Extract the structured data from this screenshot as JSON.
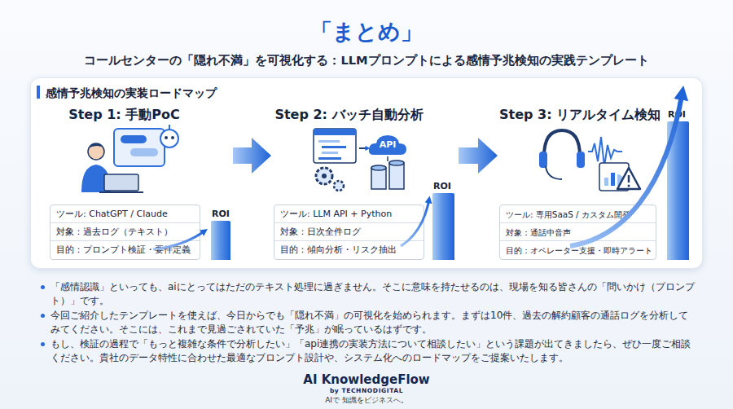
{
  "diagram": {
    "title": "「まとめ」",
    "caption": "コールセンターの「隠れ不満」を可視化する：LLMプロンプトによる感情予兆検知の実践テンプレート",
    "nodes": [
      {
        "text": [
          "感情予兆検知の実装ロードマップ"
        ]
      },
      {
        "text": [
          "Step 1: 手動PoC"
        ],
        "in": 0
      },
      {
        "text": [
          "ツール: ChatGPT / Claude",
          "対象：過去ログ（テキスト）",
          "目的：プロンプト検証・要件定義"
        ],
        "in": 1
      },
      {
        "text": [
          "ROI"
        ],
        "in": 1
      },
      {
        "text": [
          "Step 2: バッチ自動分析"
        ],
        "in": 0
      },
      {
        "text": [
          "ツール: LLM API + Python",
          "対象：日次全件ログ",
          "目的：傾向分析・リスク抽出"
        ],
        "in": 4
      },
      {
        "text": [
          "ROI"
        ],
        "in": 4
      },
      {
        "text": [
          "Step 3: リアルタイム検知"
        ],
        "in": 0
      },
      {
        "text": [
          "ツール: 専用SaaS / カスタム開発",
          "対象：通話中音声",
          "目的：オペレーター支援・即時アラート"
        ],
        "in": 7
      },
      {
        "text": [
          "ROI"
        ],
        "in": 7
      }
    ],
    "edges": [
      {
        "from": 1,
        "to": 4,
        "arrow": "to"
      },
      {
        "from": 4,
        "to": 7,
        "arrow": "to"
      }
    ],
    "labels": [
      "API",
      "「感情認識」といっても、aiにとってはただのテキスト処理に過ぎません。そこに意味を持たせるのは、現場を知る皆さんの「問いかけ（プロンプト）」です。",
      "今回ご紹介したテンプレートを使えば、今日からでも「隠れ不満」の可視化を始められます。まずは10件、過去の解約顧客の通話ログを分析してみてください。そこには、これまで見過ごされていた「予兆」が眠っているはずです。",
      "もし、検証の過程で「もっと複雑な条件で分析したい」「api連携の実装方法について相談したい」という課題が出てきましたら、ぜひ一度ご相談ください。貴社のデータ特性に合わせた最適なプロンプト設計や、システム化へのロードマップをご提案いたします。",
      "AI KnowledgeFlow",
      "by TECHNODIGITAL",
      "AIで 知識をビジネスへ。"
    ]
  }
}
